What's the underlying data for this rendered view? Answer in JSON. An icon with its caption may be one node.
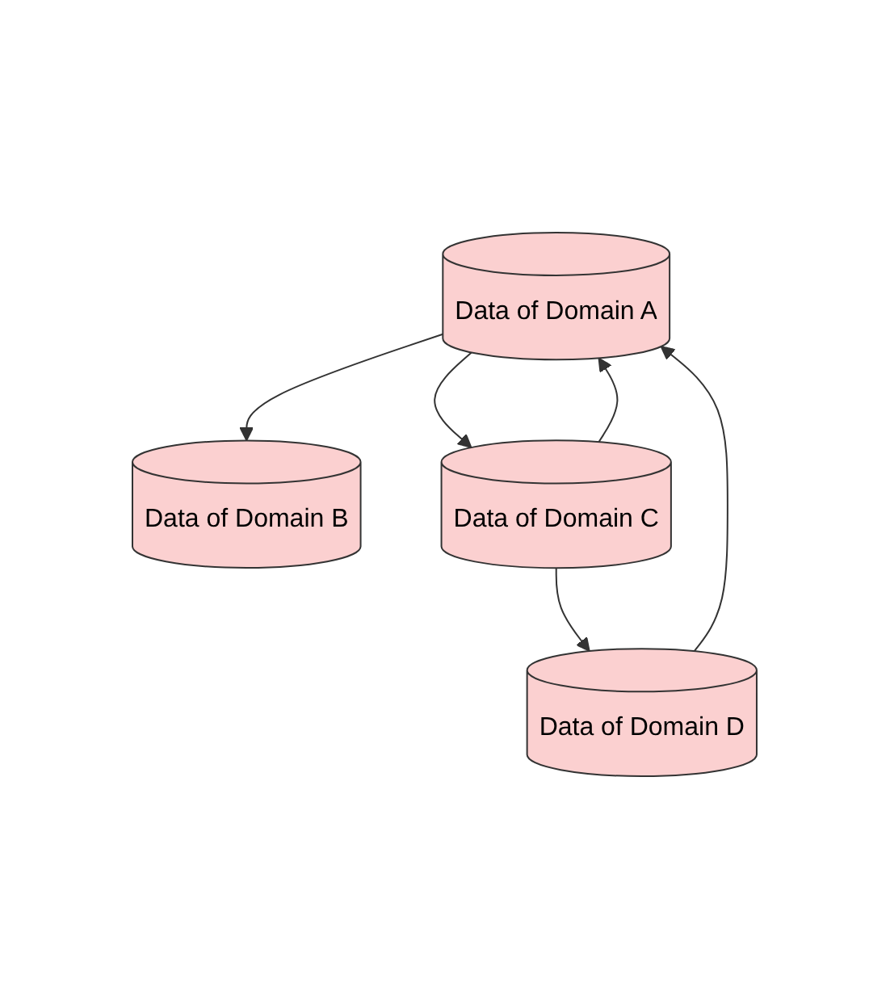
{
  "diagram": {
    "nodes": [
      {
        "text": [
          "Data of Domain A"
        ]
      },
      {
        "text": [
          "Data of Domain B"
        ]
      },
      {
        "text": [
          "Data of Domain C"
        ]
      },
      {
        "text": [
          "Data of Domain D"
        ]
      }
    ],
    "edges": [
      {
        "from": 0,
        "to": 1,
        "arrow": "to"
      },
      {
        "from": 0,
        "to": 2,
        "arrow": "to"
      },
      {
        "from": 2,
        "to": 0,
        "arrow": "to"
      },
      {
        "from": 2,
        "to": 3,
        "arrow": "to"
      },
      {
        "from": 3,
        "to": 0,
        "arrow": "to"
      }
    ]
  }
}
